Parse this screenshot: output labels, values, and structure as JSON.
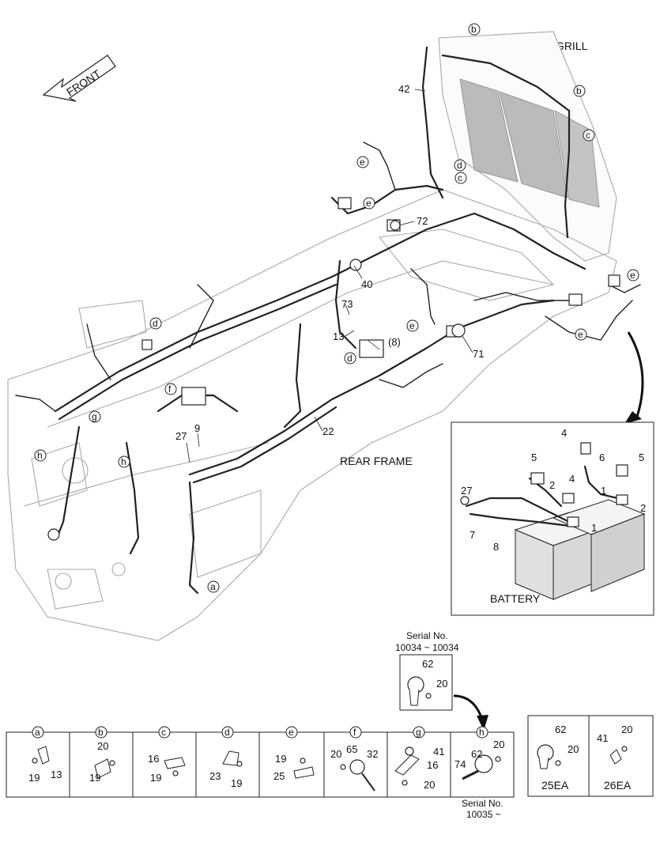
{
  "header": {
    "front_label": "FRONT",
    "radiator_label": "RADIATOR GRILL",
    "rear_frame_label": "REAR FRAME"
  },
  "callouts": {
    "n42": "42",
    "n72": "72",
    "n40": "40",
    "n73": "73",
    "n13": "13",
    "n8p": "(8)",
    "n71": "71",
    "n22": "22",
    "n27": "27",
    "n9": "9"
  },
  "letters": {
    "a": "a",
    "b": "b",
    "c": "c",
    "d": "d",
    "e": "e",
    "f": "f",
    "g": "g",
    "h": "h"
  },
  "battery_inset": {
    "title": "BATTERY",
    "parts": [
      "4",
      "5",
      "6",
      "5",
      "27",
      "2",
      "4",
      "1",
      "2",
      "7",
      "8",
      "1"
    ]
  },
  "serial_top": {
    "line1": "Serial No.",
    "line2": "10034 ~ 10034",
    "parts": [
      "62",
      "20"
    ]
  },
  "serial_bottom": {
    "line1": "Serial No.",
    "line2": "10035 ~"
  },
  "detail_row": {
    "cells": [
      {
        "letter": "a",
        "parts": [
          "19",
          "13"
        ]
      },
      {
        "letter": "b",
        "parts": [
          "20",
          "19"
        ]
      },
      {
        "letter": "c",
        "parts": [
          "16",
          "19"
        ]
      },
      {
        "letter": "d",
        "parts": [
          "23",
          "19"
        ]
      },
      {
        "letter": "e",
        "parts": [
          "19",
          "25"
        ]
      },
      {
        "letter": "f",
        "parts": [
          "20",
          "65",
          "32"
        ]
      },
      {
        "letter": "g",
        "parts": [
          "41",
          "16",
          "20"
        ]
      },
      {
        "letter": "h",
        "parts": [
          "62",
          "20",
          "74"
        ]
      }
    ]
  },
  "kits": [
    {
      "parts": [
        "62",
        "20"
      ],
      "qty": "25EA"
    },
    {
      "parts": [
        "20",
        "41"
      ],
      "qty": "26EA"
    }
  ]
}
